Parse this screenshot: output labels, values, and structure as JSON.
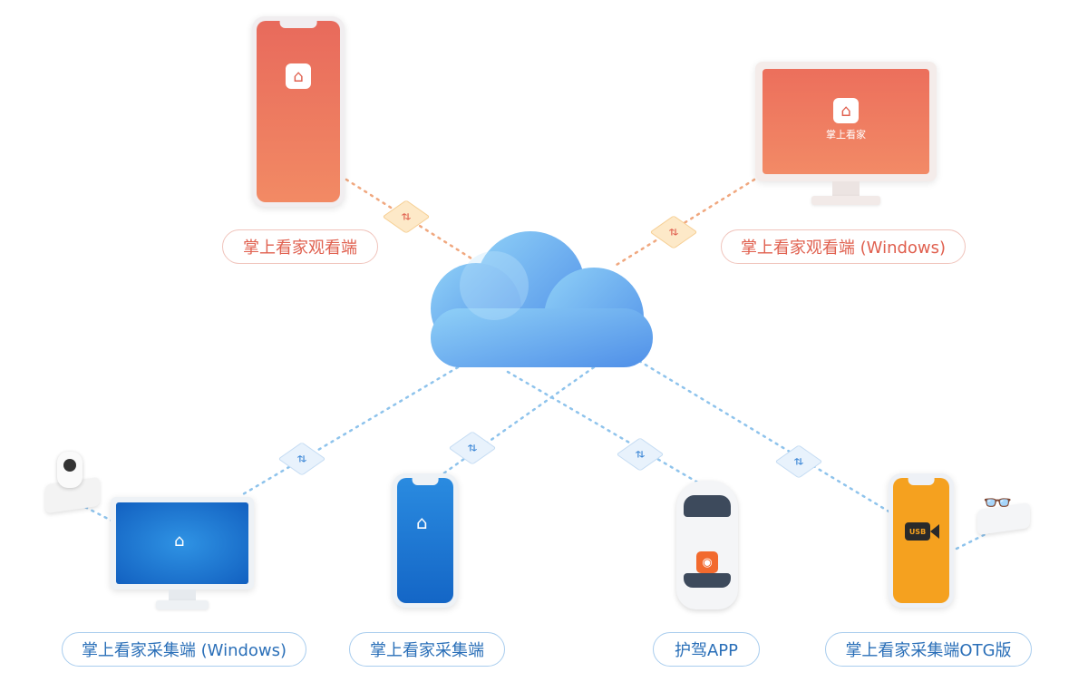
{
  "labels": {
    "viewer": "掌上看家观看端",
    "viewer_windows": "掌上看家观看端 (Windows)",
    "collector_windows": "掌上看家采集端 (Windows)",
    "collector": "掌上看家采集端",
    "car_app": "护驾APP",
    "collector_otg": "掌上看家采集端OTG版"
  },
  "screens": {
    "monitor_app_name": "掌上看家",
    "usb_badge": "USB"
  },
  "colors": {
    "accent_red": "#e0604f",
    "accent_blue": "#2a6fb8",
    "otg_orange": "#f5a11f"
  }
}
